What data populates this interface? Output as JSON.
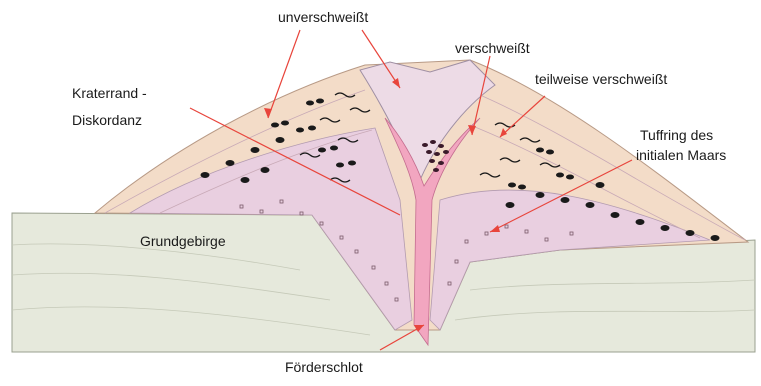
{
  "labels": {
    "unverschweisst": "unverschweißt",
    "verschweisst": "verschweißt",
    "kraterrand_line1": "Kraterrand -",
    "kraterrand_line2": "Diskordanz",
    "teilweise": "teilweise verschweißt",
    "tuffring_line1": "Tuffring des",
    "tuffring_line2": "initialen Maars",
    "grundgebirge": "Grundgebirge",
    "foerderschlot": "Förderschlot"
  },
  "colors": {
    "leader_line": "#e8453c",
    "basement": "#e6e9dc",
    "outer_tuff": "#f3dcc8",
    "inner_tuff": "#e9cfe0",
    "vent": "#f2a6c0",
    "spots": "#1a1a1a"
  }
}
